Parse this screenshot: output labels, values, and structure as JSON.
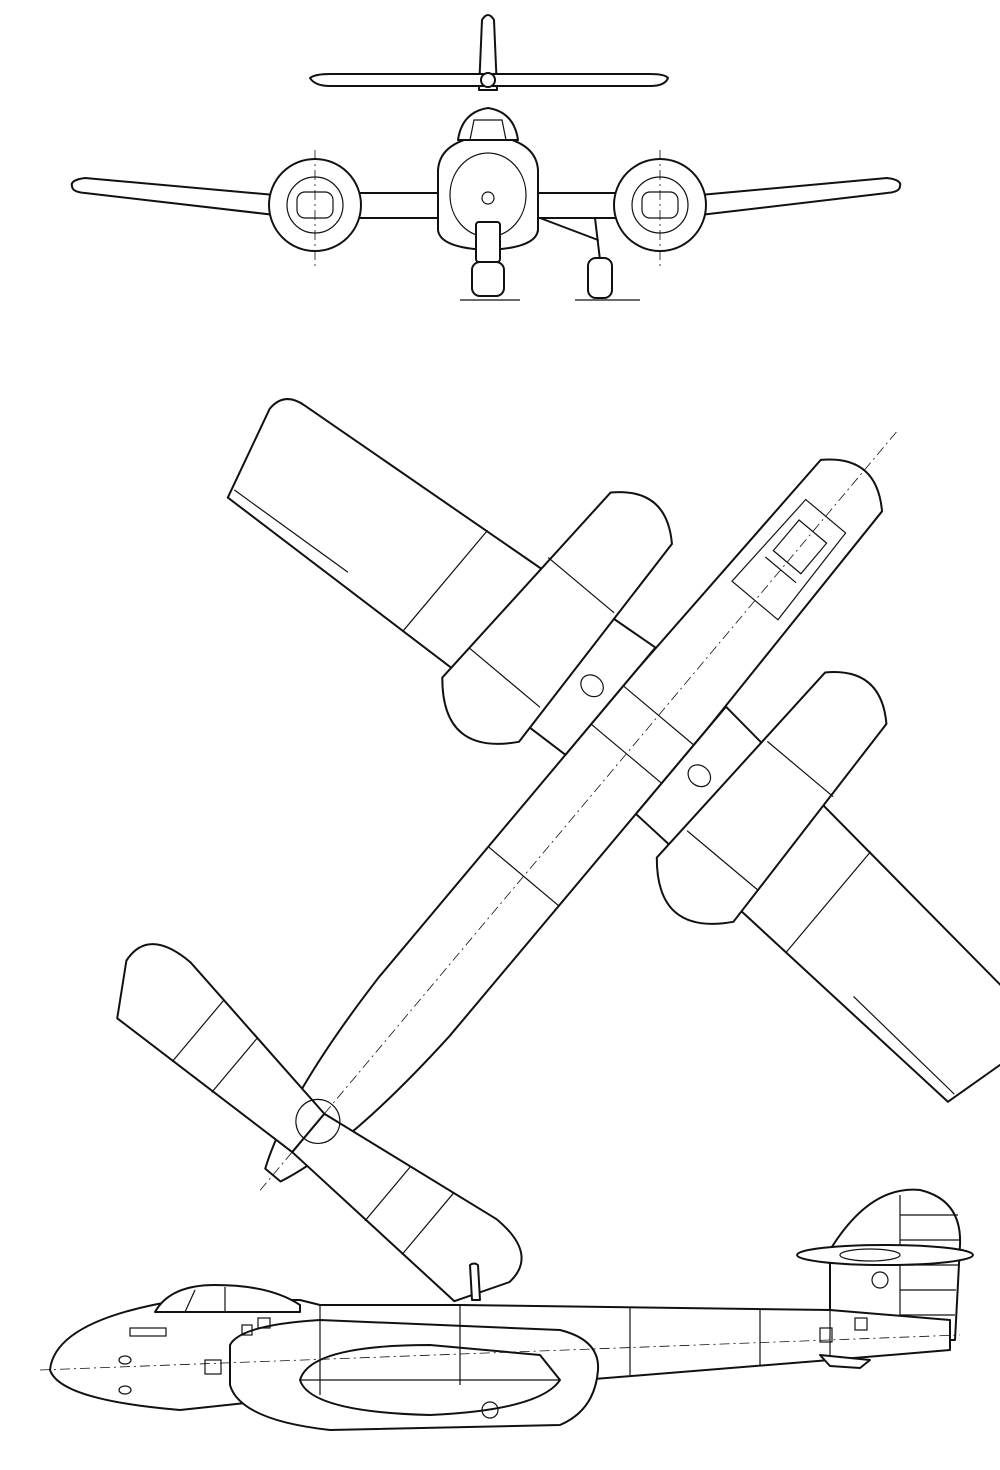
{
  "drawing": {
    "subject": "",
    "views": [
      {
        "id": "front",
        "label": ""
      },
      {
        "id": "plan",
        "label": ""
      },
      {
        "id": "side",
        "label": ""
      }
    ]
  }
}
